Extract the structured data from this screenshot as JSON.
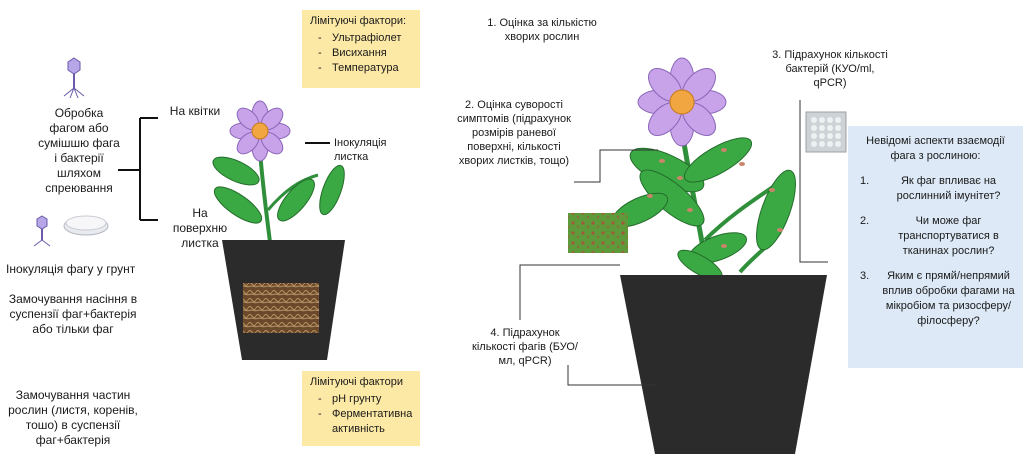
{
  "left": {
    "treatment": "Обробка фагом або сумішшю фага і бактерії шляхом спреювання",
    "branch_flowers": "На квітки",
    "branch_leaf": "На поверхню листка",
    "soil_inoculation": "Інокуляція фагу у грунт",
    "seed_soaking": "Замочування насіння в суспензії фаг+бактерія або тільки фаг",
    "parts_soaking": "Замочування частин рослин (листя, коренів, тошо) в суспензії фаг+бактерія",
    "leaf_inoculation": "Інокуляція листка"
  },
  "limiting_top": {
    "title": "Лімітуючі фактори:",
    "items": [
      "Ультрафіолет",
      "Висихання",
      "Температура"
    ]
  },
  "limiting_bottom": {
    "title": "Лімітуючі фактори",
    "items": [
      "pH грунту",
      "Ферментативна активність"
    ]
  },
  "right": {
    "step1": "1. Оцінка за кількістю хворих рослин",
    "step2": "2. Оцінка суворості симптомів (підрахунок розмірів раневої поверхні, кількості хворих листків, тощо)",
    "step3": "3. Підрахунок кількості бактерій (КУО/ml, qPCR)",
    "step4": "4. Підрахунок кількості фагів (БУО/мл, qPCR)"
  },
  "unknown": {
    "title": "Невідомі аспекти взаємодії фага з рослиною:",
    "items": [
      {
        "num": "1.",
        "text": "Як фаг впливає на рослинний імунітет?"
      },
      {
        "num": "2.",
        "text": "Чи може фаг транспортуватися в тканинах рослин?"
      },
      {
        "num": "3.",
        "text": "Яким є прямй/непрямий вплив обробки фагами на мікробіом та ризосферу/філосферу?"
      }
    ]
  },
  "colors": {
    "petal": "#c9a3ea",
    "center": "#f2a641",
    "leaf": "#3aa843",
    "pot": "#2b2b2b",
    "yellow_box": "#fde9a6",
    "blue_box": "#dde9f6",
    "lesion": "#c9856a"
  },
  "icons": [
    "phage-icon",
    "petri-dish-icon",
    "agar-plate-icon",
    "diseased-leaf-photo",
    "roots-photo"
  ]
}
